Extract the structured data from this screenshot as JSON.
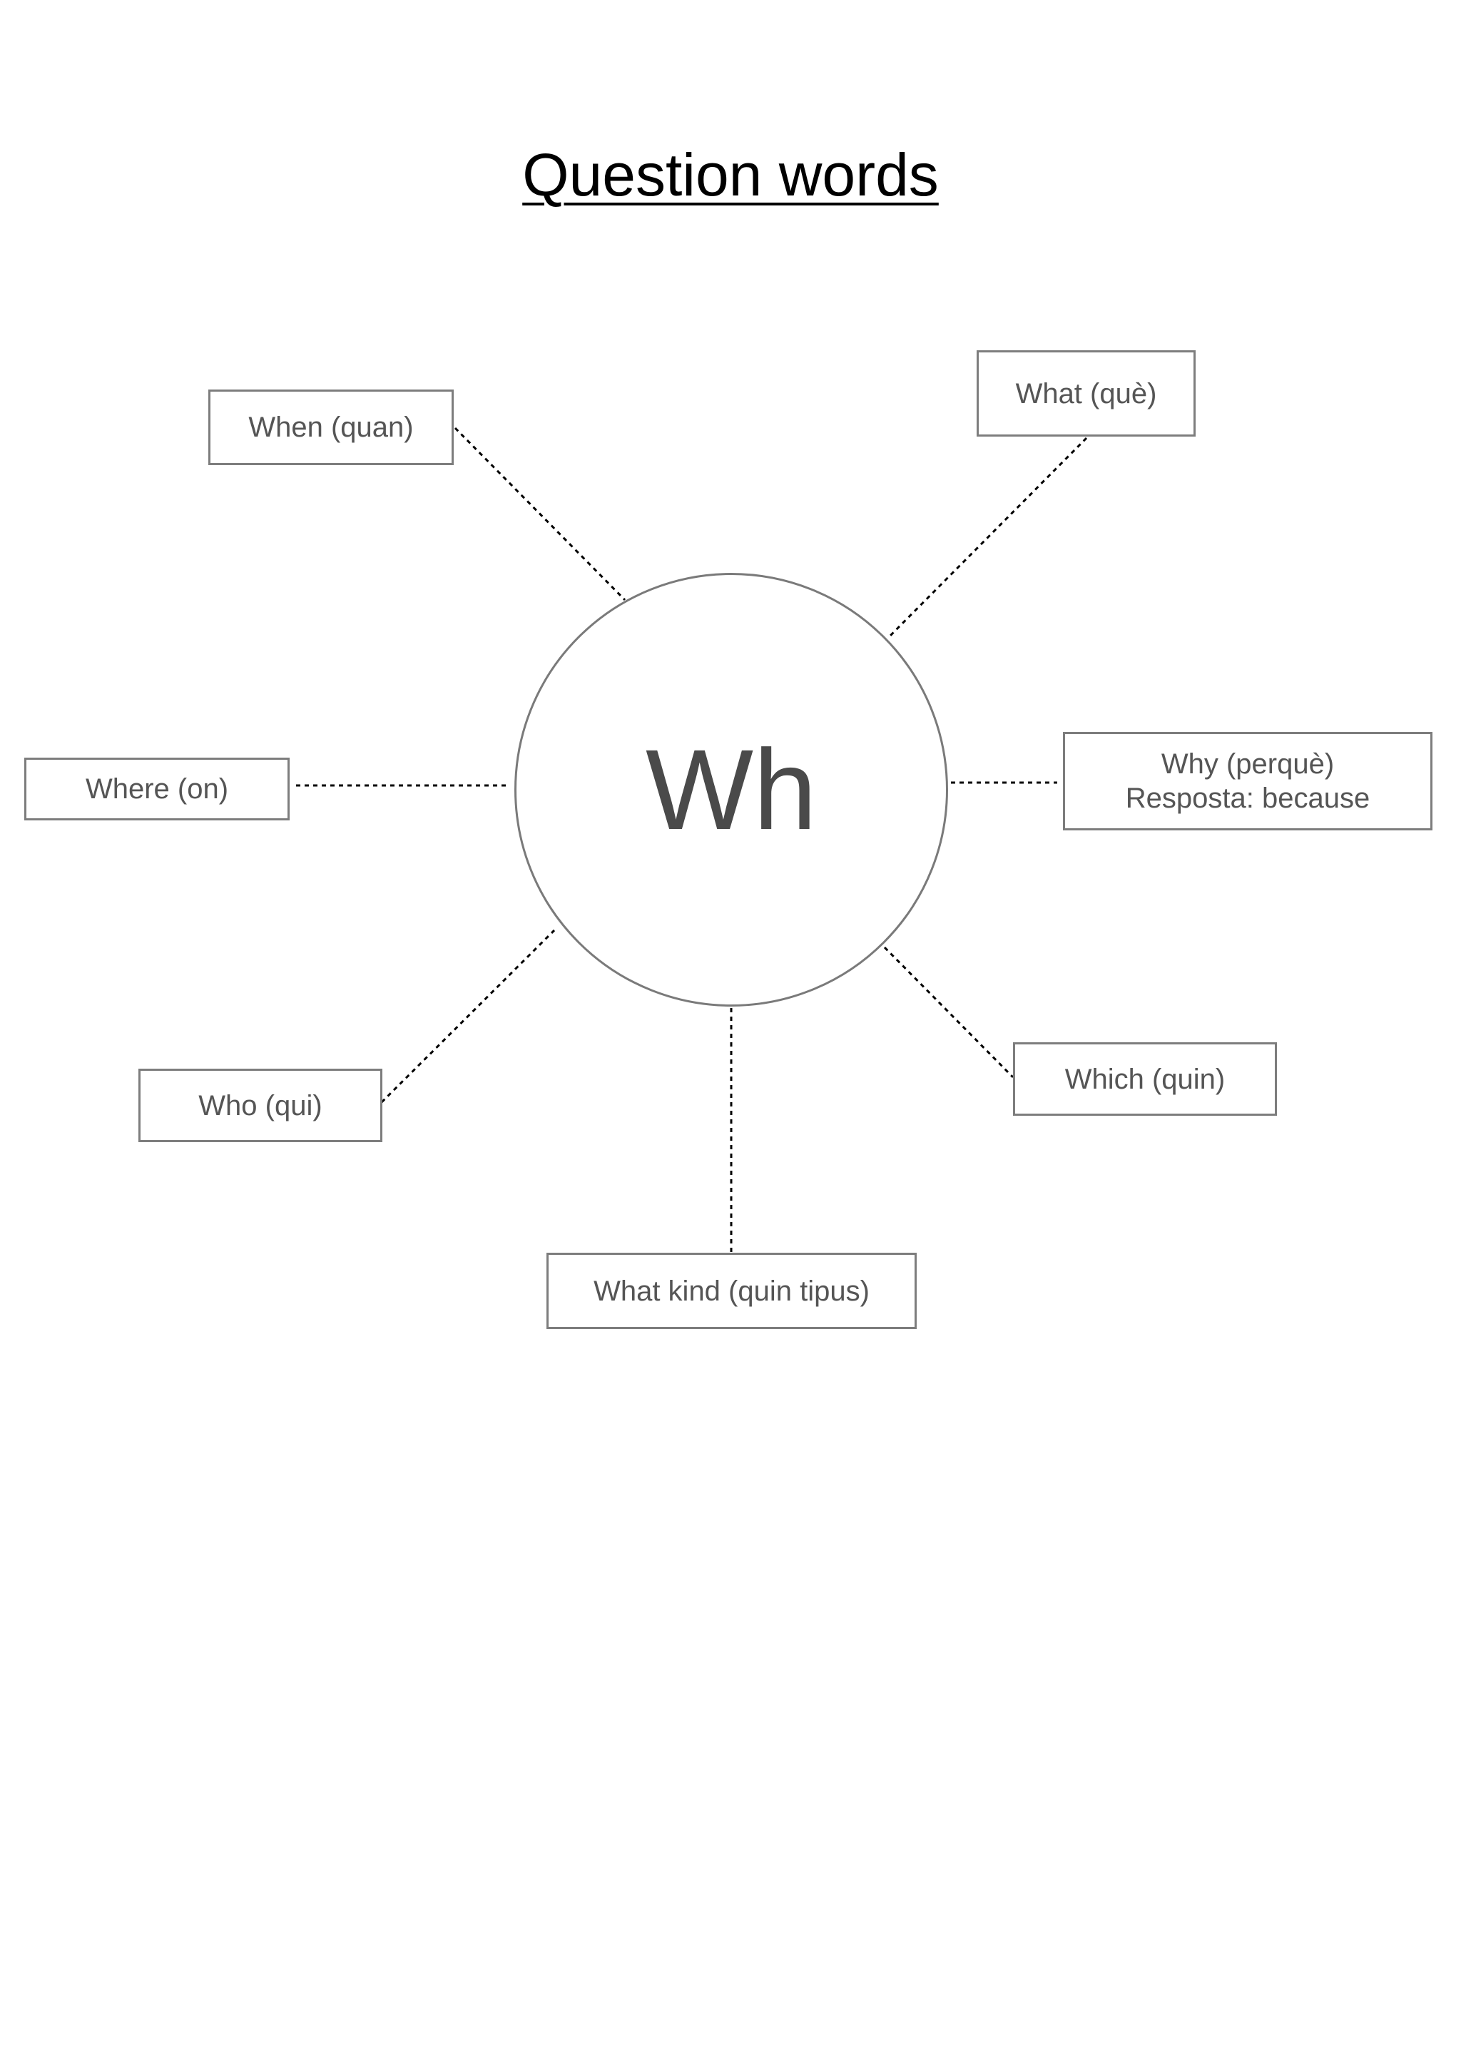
{
  "title": "Question words",
  "center": "Wh",
  "nodes": {
    "what": {
      "label": "What (què)"
    },
    "when": {
      "label": "When (quan)"
    },
    "where": {
      "label": "Where (on)"
    },
    "why": {
      "label": "Why (perquè)",
      "sublabel": "Resposta: because"
    },
    "who": {
      "label": "Who (qui)"
    },
    "which": {
      "label": "Which (quin)"
    },
    "what_kind": {
      "label": "What kind (quin tipus)"
    }
  }
}
